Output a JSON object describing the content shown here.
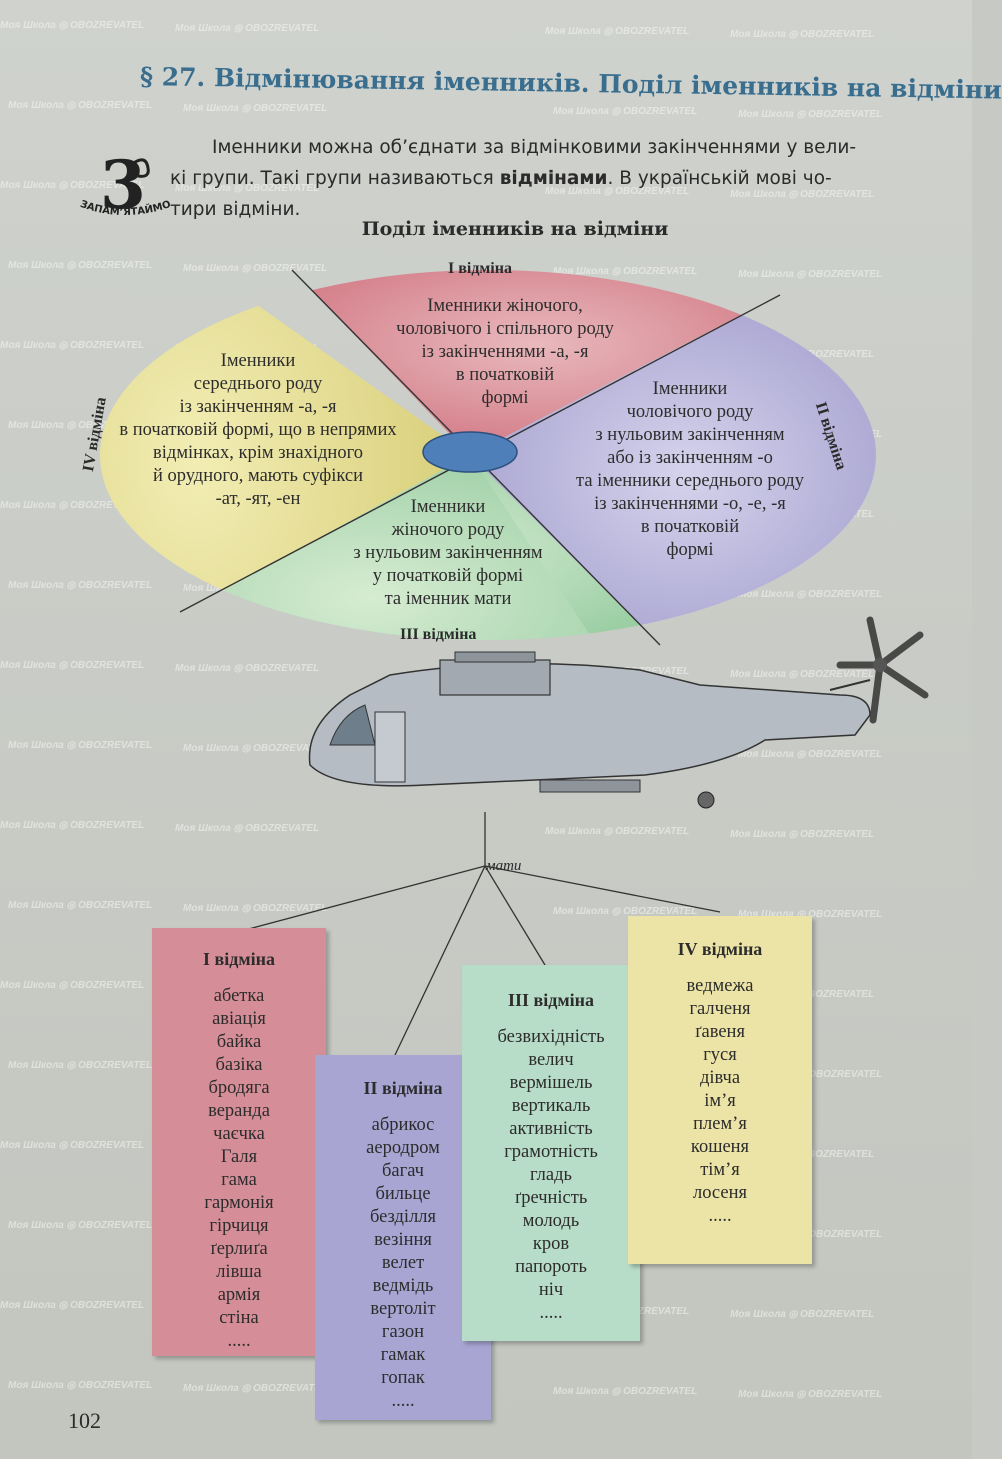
{
  "section_title": "§ 27. Відмінювання іменників. Поділ іменників на відміни",
  "intro_text": {
    "line1": "Іменники можна об’єднати за відмінковими закінченнями у вели-",
    "line2_a": "кі групи. Такі групи називаються ",
    "line2_bold": "відмінами",
    "line2_b": ". В українській мові чо-",
    "line3": "тири відміни."
  },
  "remember_badge": {
    "number": "3",
    "label": "ЗАПАМ’ЯТАЙМО"
  },
  "diagram": {
    "title": "Поділ іменників на відміни",
    "labels": {
      "d1": "I відміна",
      "d2": "II відміна",
      "d3": "III відміна",
      "d4": "IV відміна"
    },
    "texts": {
      "d1": [
        "Іменники жіночого,",
        "чоловічого і спільного роду",
        "із закінченнями -а, -я",
        "в початковій",
        "формі"
      ],
      "d2": [
        "Іменники",
        "чоловічого роду",
        "з нульовим закінченням",
        "або із закінченням -о",
        "та іменники середнього роду",
        "із закінченнями -о, -е, -я",
        "в початковій",
        "формі"
      ],
      "d3": [
        "Іменники",
        "жіночого роду",
        "з нульовим закінченням",
        "у початковій формі",
        "та іменник мати"
      ],
      "d4": [
        "Іменники",
        "середнього роду",
        "із закінченням -а, -я",
        "в початковій формі, що в непрямих",
        "відмінках, крім знахідного",
        "й орудного, мають суфікси",
        "-ат, -ят, -ен"
      ]
    },
    "colors": {
      "d1": "#d27d88",
      "d2": "#a6a2cf",
      "d3": "#a8d4a6",
      "d4": "#e2d989",
      "center": "#4f7fb8"
    }
  },
  "helicopter_caption": "мати",
  "boxes": [
    {
      "head": "I відміна",
      "color": "#d58e97",
      "words": [
        "абетка",
        "авіація",
        "байка",
        "базіка",
        "бродяга",
        "веранда",
        "чаєчка",
        "Галя",
        "гама",
        "гармонія",
        "гірчиця",
        "ґерлиґа",
        "лівша",
        "армія",
        "стіна",
        "....."
      ]
    },
    {
      "head": "II відміна",
      "color": "#a8a5d2",
      "words": [
        "абрикос",
        "аеродром",
        "багач",
        "бильце",
        "безділля",
        "везіння",
        "велет",
        "ведмідь",
        "вертоліт",
        "газон",
        "гамак",
        "гопак",
        "....."
      ]
    },
    {
      "head": "III відміна",
      "color": "#b7dcc7",
      "words": [
        "безвихідність",
        "велич",
        "вермішель",
        "вертикаль",
        "активність",
        "грамотність",
        "гладь",
        "ґречність",
        "молодь",
        "кров",
        "папороть",
        "ніч",
        "....."
      ]
    },
    {
      "head": "IV відміна",
      "color": "#ece4a6",
      "words": [
        "ведмежа",
        "галченя",
        "ґавеня",
        "гуся",
        "дівча",
        "ім’я",
        "плем’я",
        "кошеня",
        "тім’я",
        "лосеня",
        "....."
      ]
    }
  ],
  "page_number": "102",
  "watermark": {
    "school": "Моя Школа",
    "brand": "OBOZREVATEL"
  }
}
